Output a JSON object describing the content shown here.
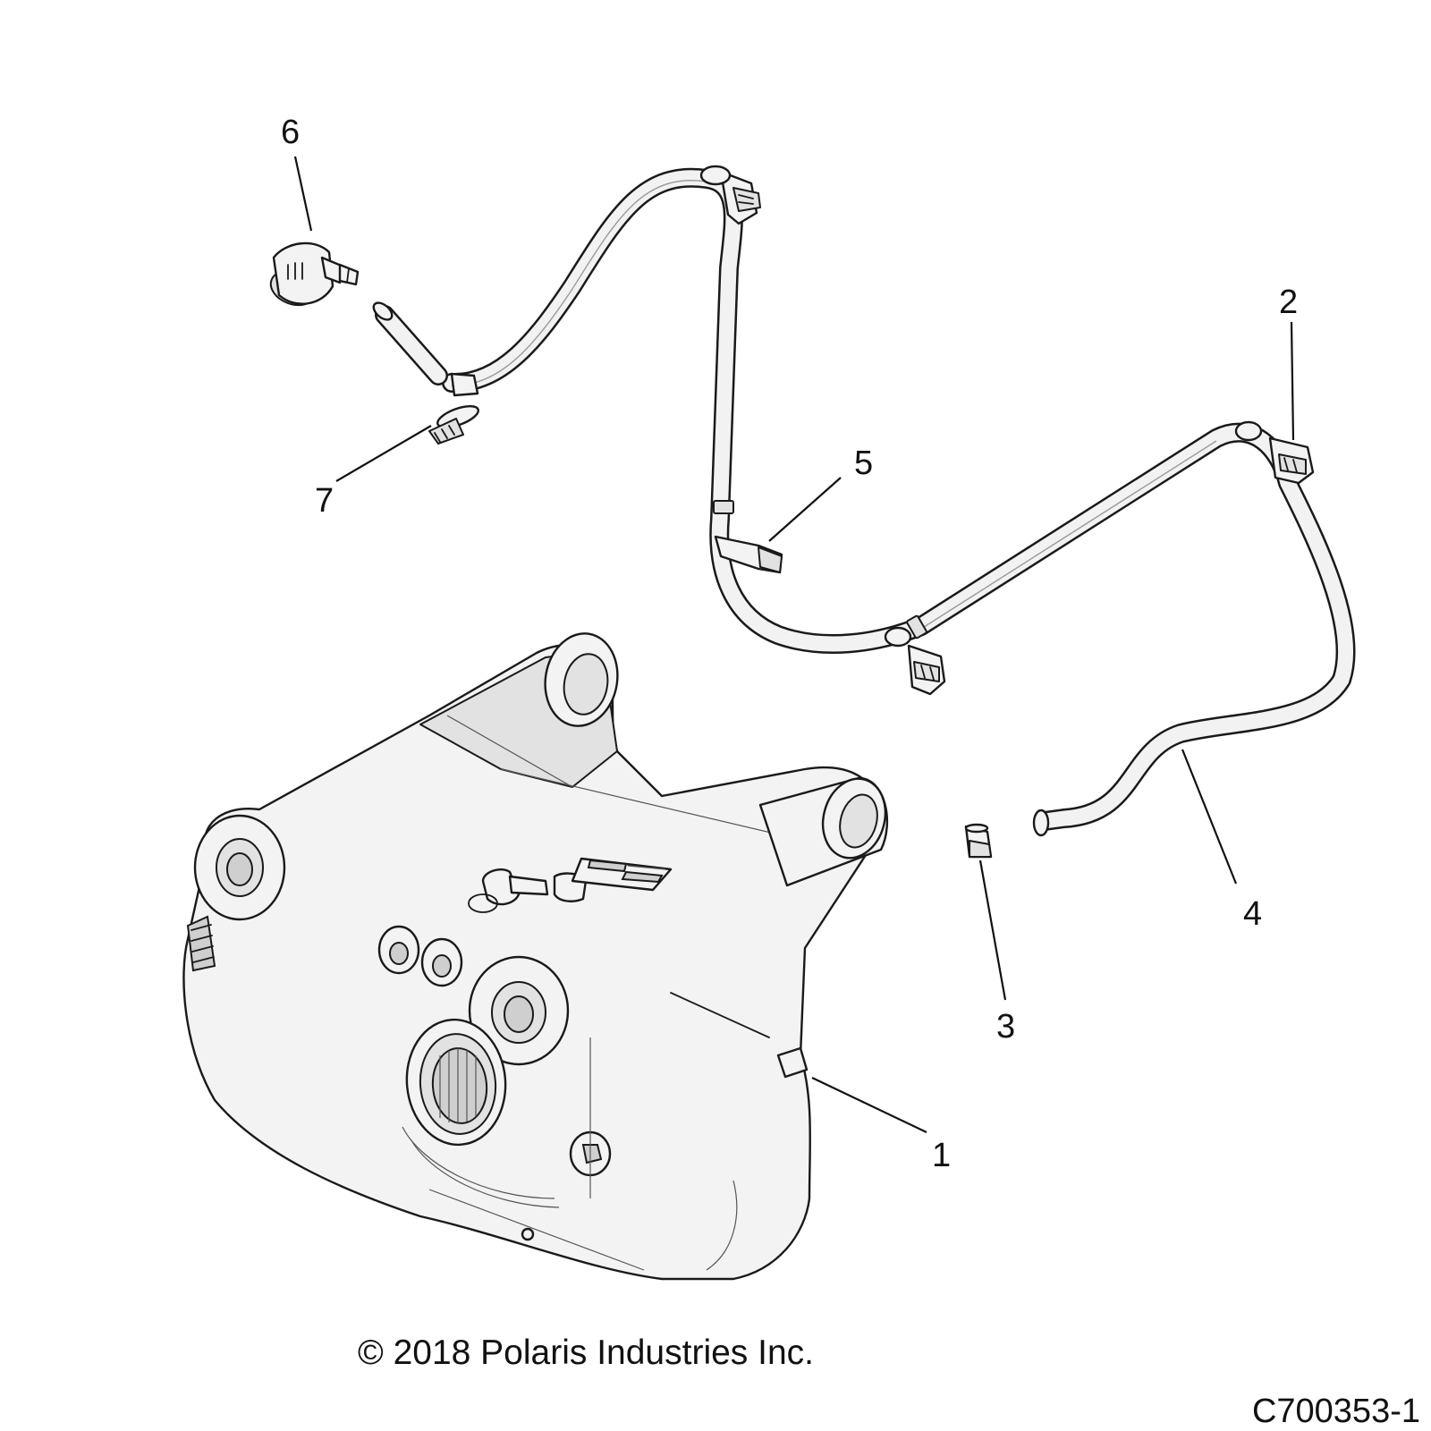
{
  "callouts": {
    "c1": "1",
    "c2": "2",
    "c3": "3",
    "c4": "4",
    "c5": "5",
    "c6": "6",
    "c7": "7"
  },
  "footer": {
    "copyright": "© 2018 Polaris Industries Inc.",
    "figure_id": "C700353-1"
  }
}
